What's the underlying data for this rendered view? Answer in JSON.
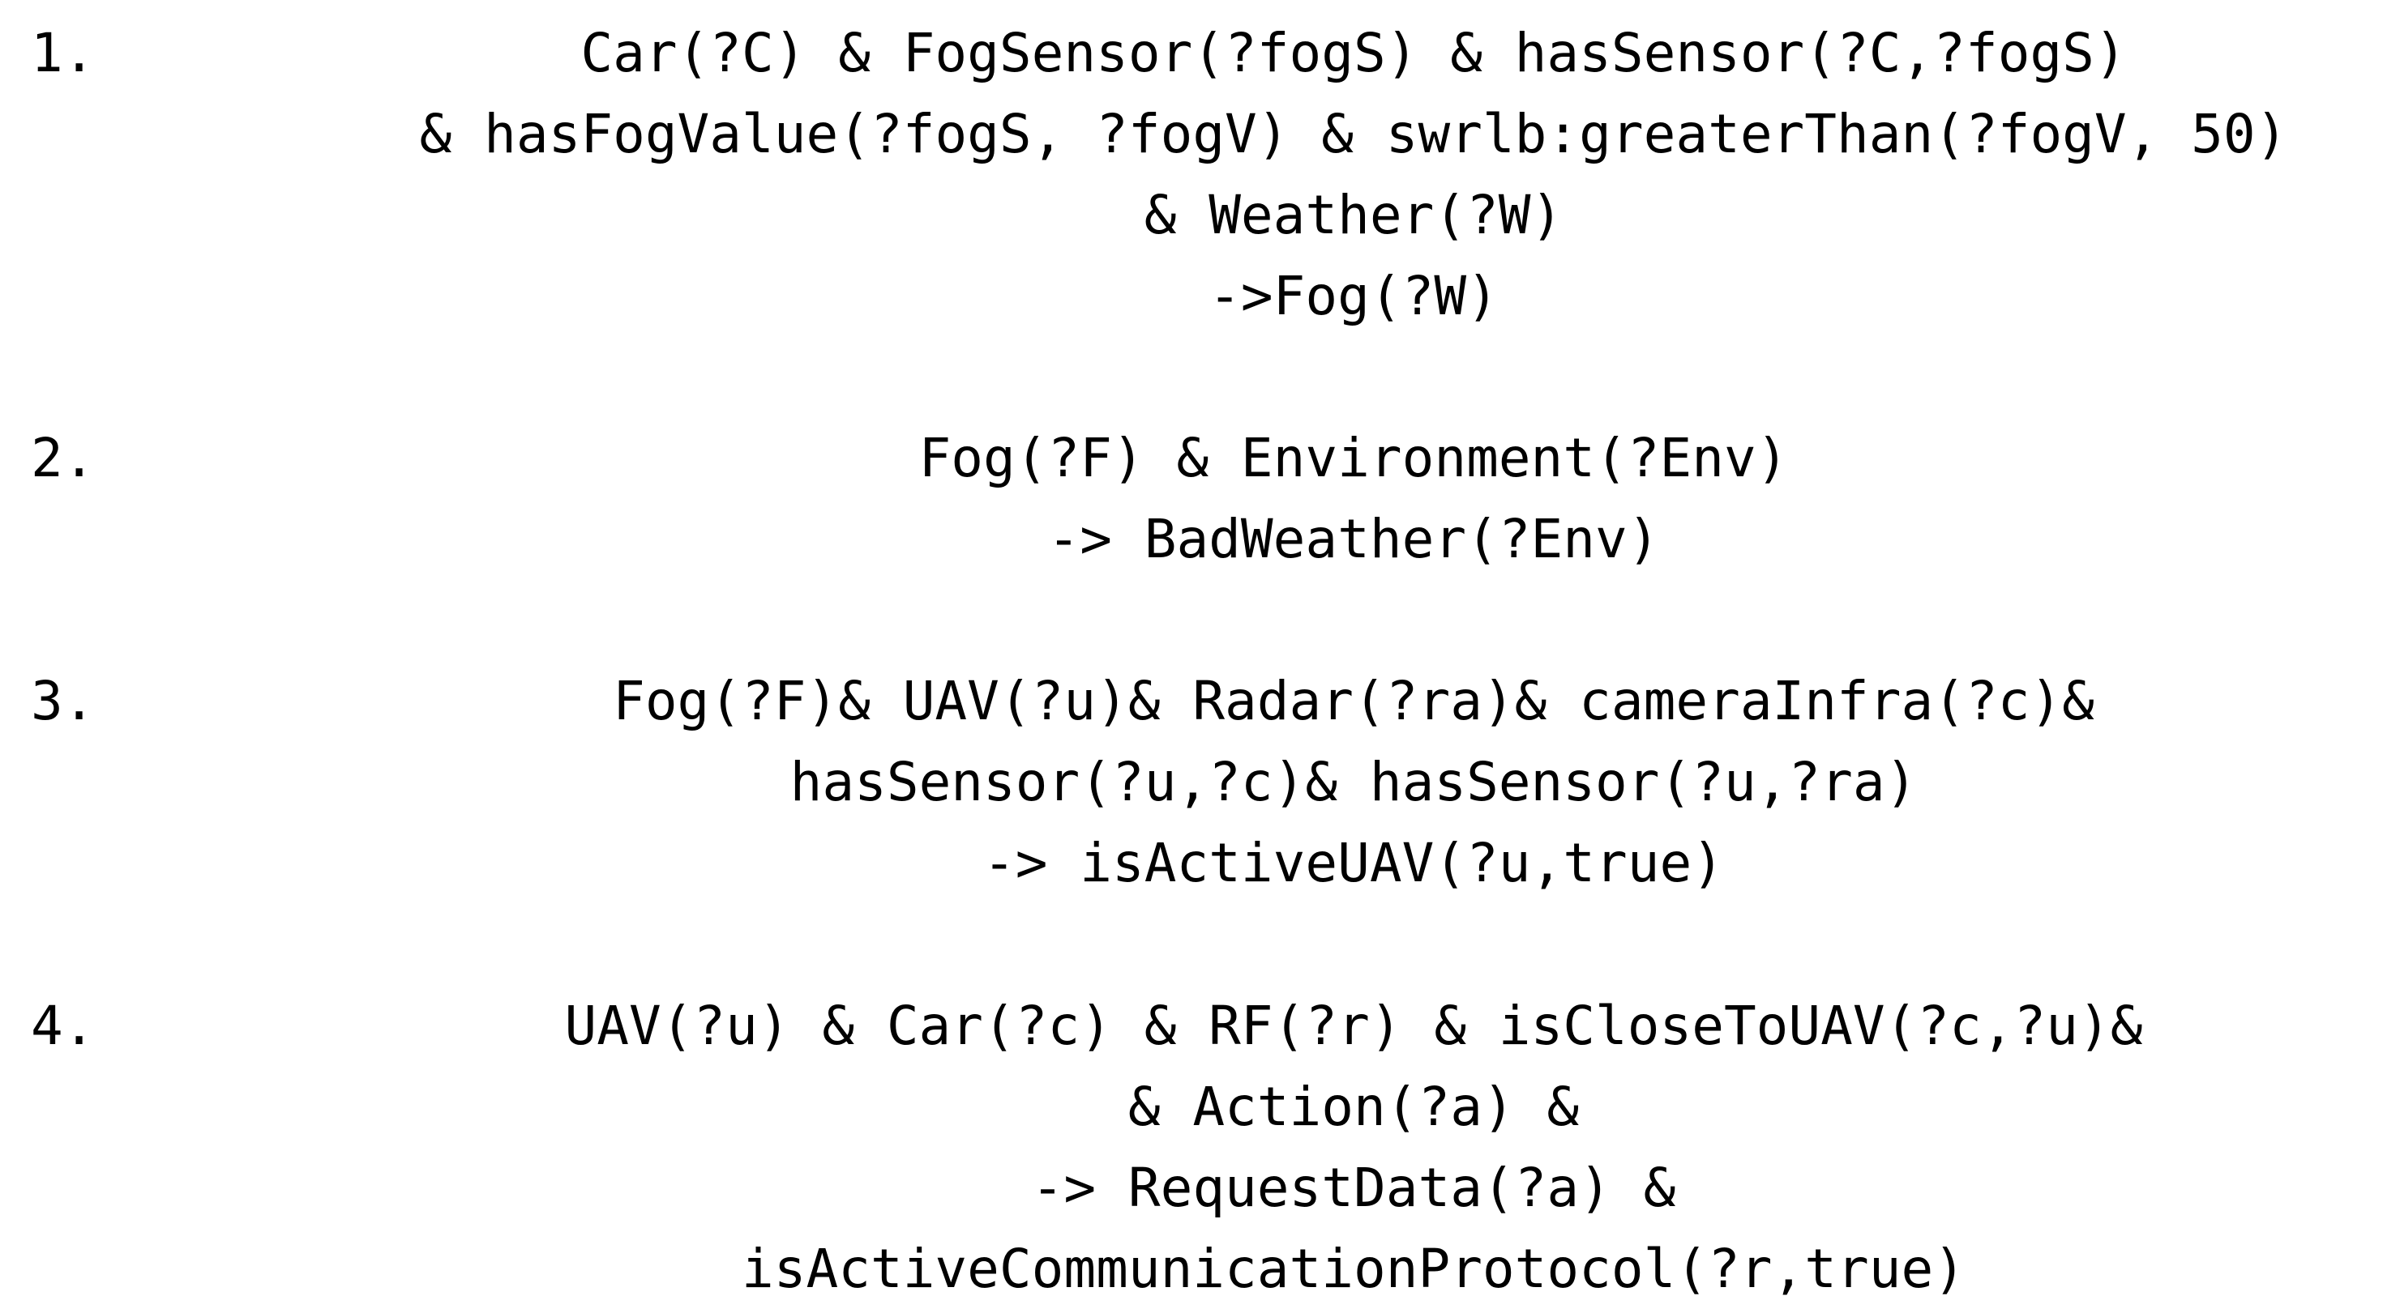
{
  "rules": [
    {
      "number": "1.",
      "lines": [
        "Car(?C) & FogSensor(?fogS) & hasSensor(?C,?fogS)",
        "& hasFogValue(?fogS, ?fogV) & swrlb:greaterThan(?fogV, 50)",
        "& Weather(?W)",
        "->Fog(?W)"
      ]
    },
    {
      "number": "2.",
      "lines": [
        "Fog(?F) & Environment(?Env)",
        "-> BadWeather(?Env)"
      ]
    },
    {
      "number": "3.",
      "lines": [
        "Fog(?F)& UAV(?u)& Radar(?ra)& cameraInfra(?c)&",
        "hasSensor(?u,?c)& hasSensor(?u,?ra)",
        "-> isActiveUAV(?u,true)"
      ]
    },
    {
      "number": "4.",
      "lines": [
        "UAV(?u) & Car(?c) & RF(?r) & isCloseToUAV(?c,?u)&",
        "& Action(?a) &",
        "-> RequestData(?a) &",
        "isActiveCommunicationProtocol(?r,true)"
      ]
    }
  ]
}
